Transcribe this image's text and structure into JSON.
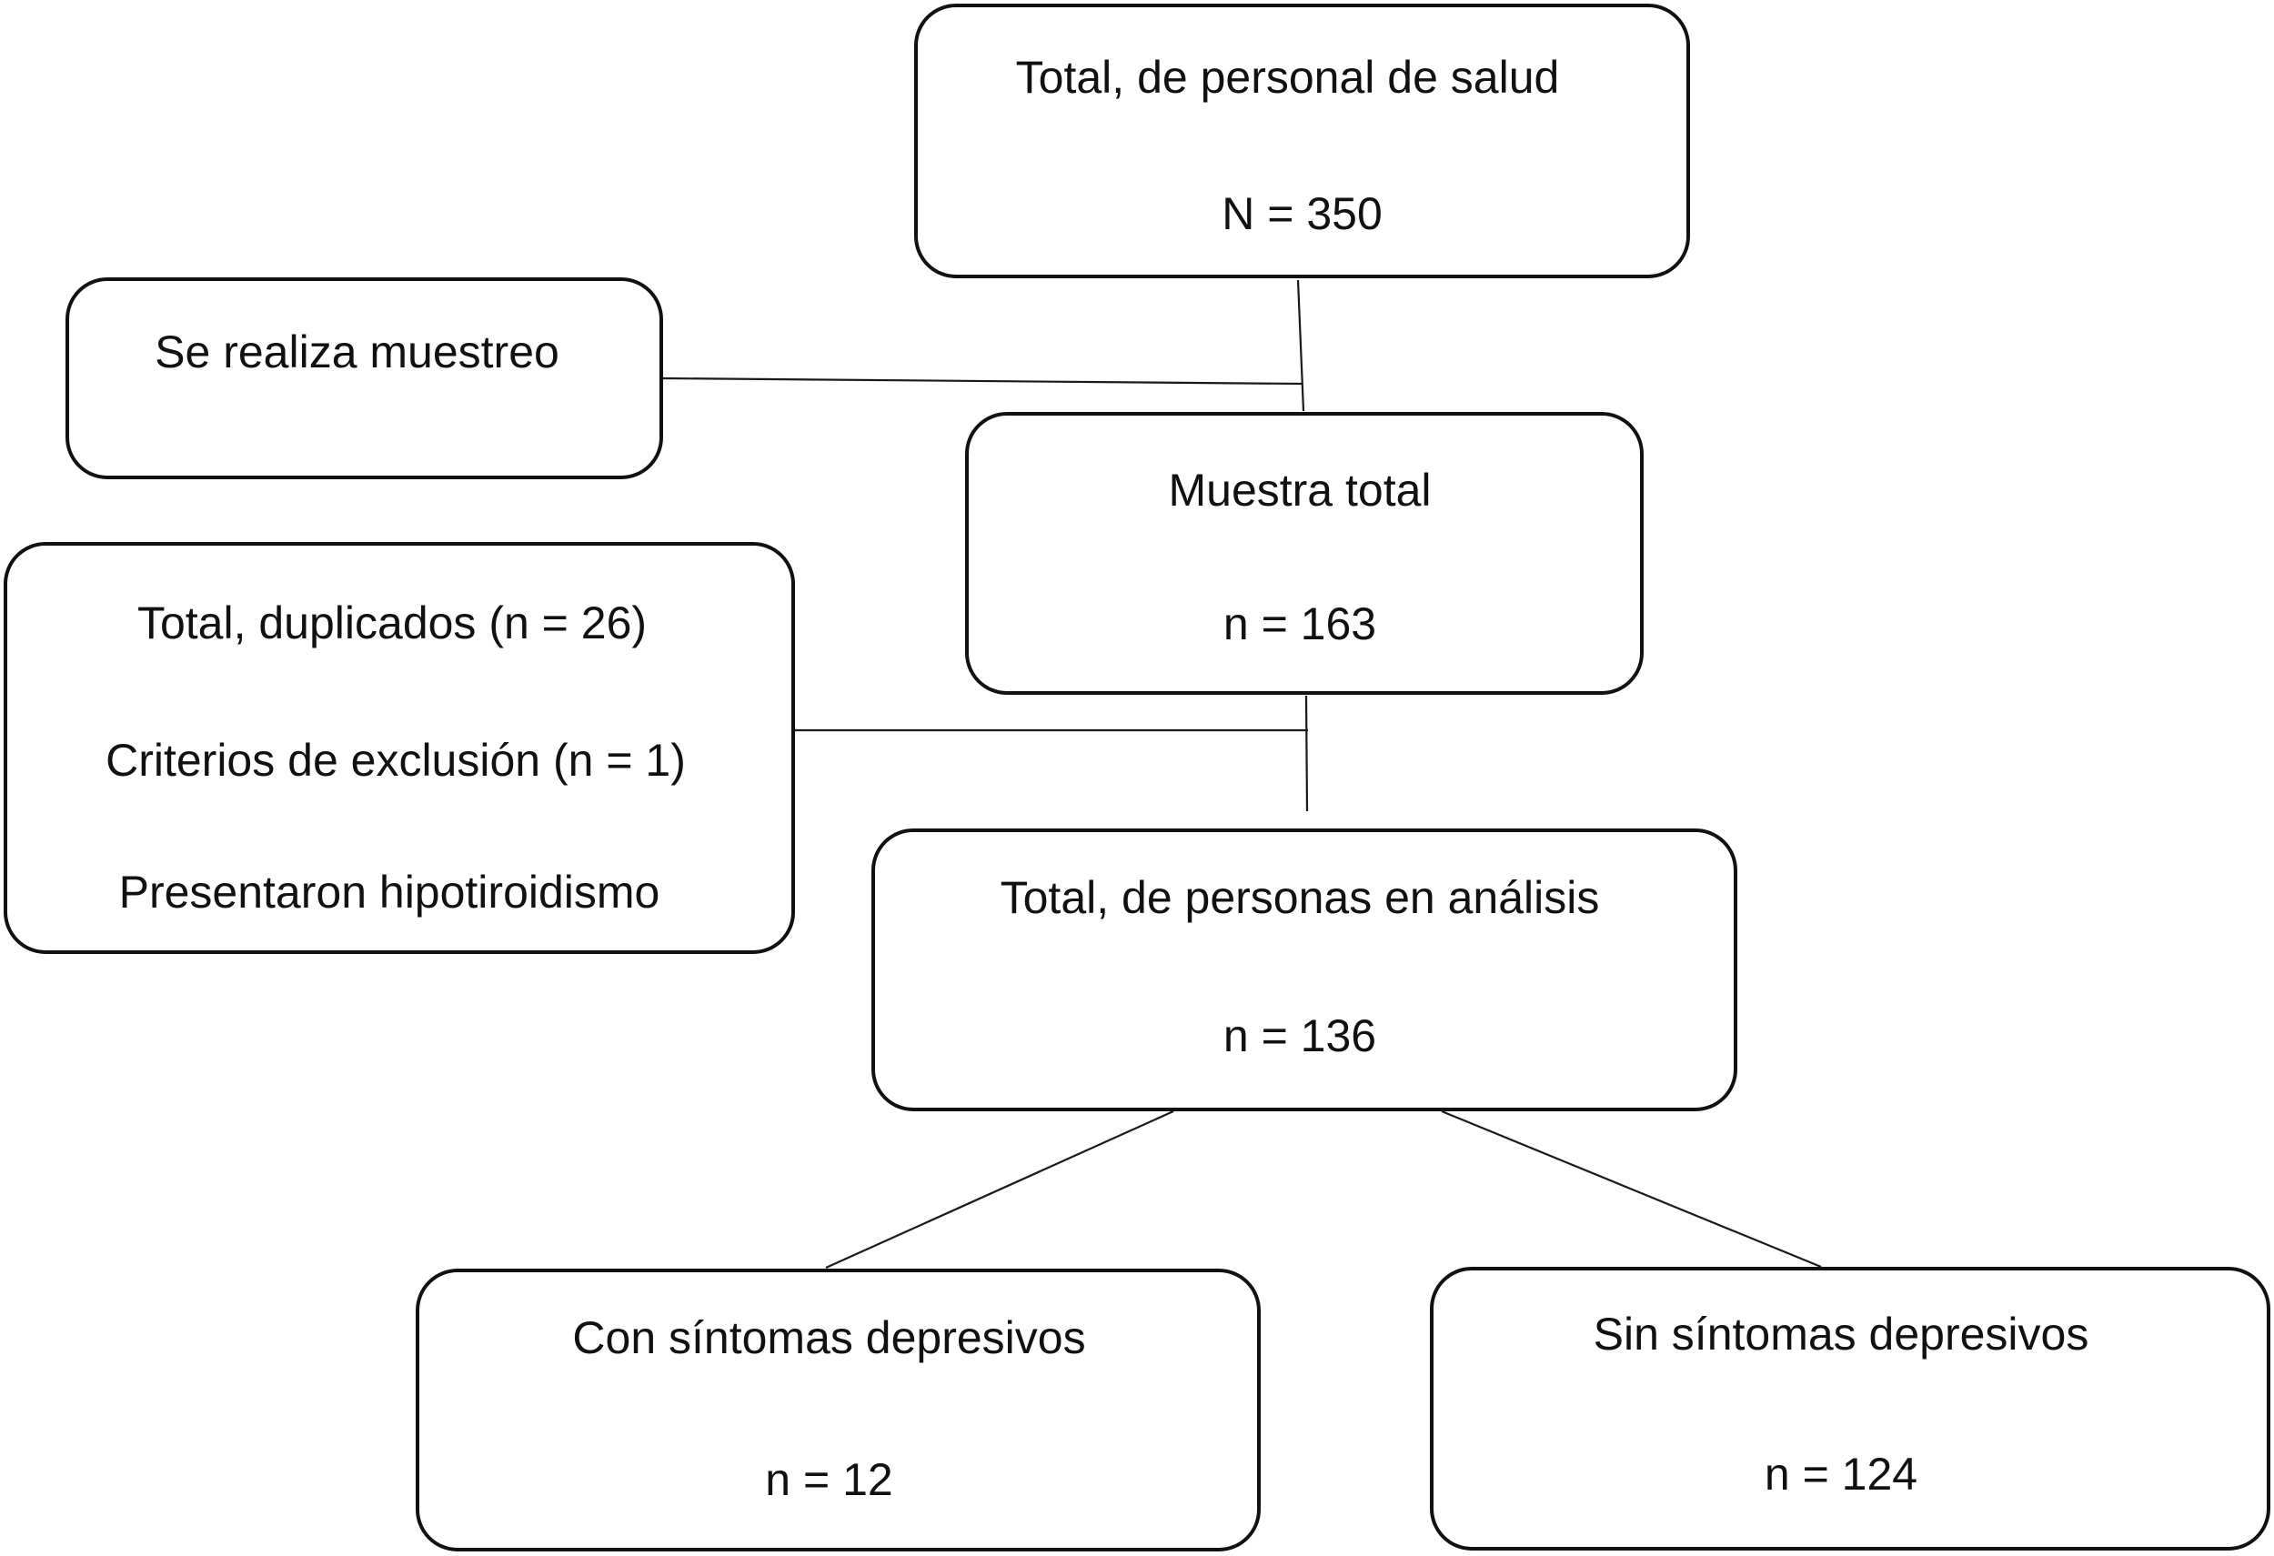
{
  "diagram": {
    "nodes": {
      "total_personal": {
        "title": "Total, de personal de salud",
        "count": "N = 350"
      },
      "muestreo": {
        "title": "Se realiza muestreo"
      },
      "muestra_total": {
        "title": "Muestra total",
        "count": "n = 163"
      },
      "exclusiones": {
        "line1": "Total, duplicados (n = 26)",
        "line2": "Criterios de exclusión (n = 1)",
        "line3": "Presentaron hipotiroidismo"
      },
      "analisis": {
        "title": "Total, de personas en análisis",
        "count": "n = 136"
      },
      "con_sintomas": {
        "title": "Con síntomas depresivos",
        "count": "n = 12"
      },
      "sin_sintomas": {
        "title": "Sin síntomas depresivos",
        "count": "n = 124"
      }
    },
    "edges": [
      {
        "from": "total_personal",
        "to": "muestra_total"
      },
      {
        "from": "muestreo",
        "to": "total_personal-muestra_total-link"
      },
      {
        "from": "muestra_total",
        "to": "analisis"
      },
      {
        "from": "exclusiones",
        "to": "muestra_total-analisis-link"
      },
      {
        "from": "analisis",
        "to": "con_sintomas"
      },
      {
        "from": "analisis",
        "to": "sin_sintomas"
      }
    ]
  }
}
